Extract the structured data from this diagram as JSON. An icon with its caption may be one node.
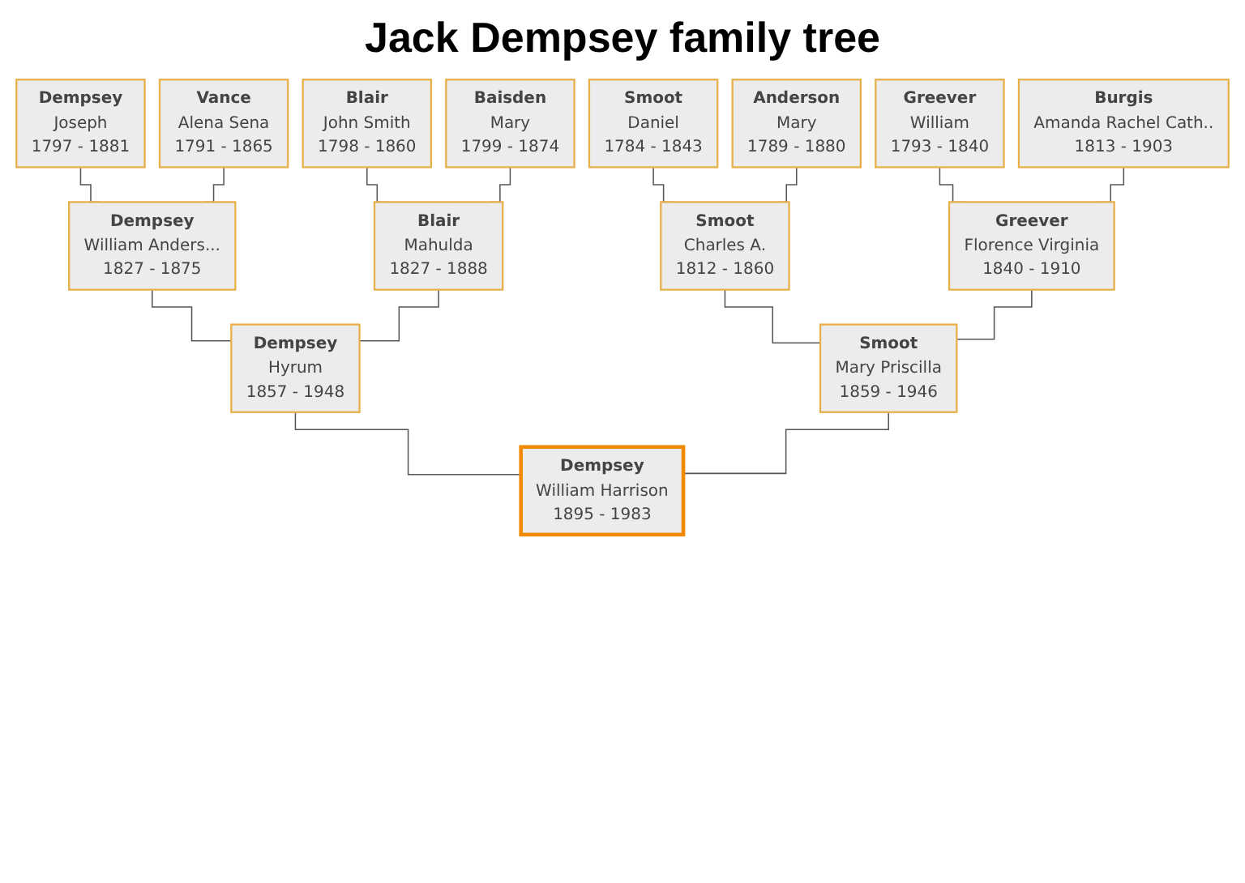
{
  "diagram": {
    "title": "Jack Dempsey family tree",
    "nodes": [
      {
        "text": [
          "Dempsey",
          "Joseph",
          "1797 - 1881"
        ]
      },
      {
        "text": [
          "Vance",
          "Alena Sena",
          "1791 - 1865"
        ]
      },
      {
        "text": [
          "Blair",
          "John Smith",
          "1798 - 1860"
        ]
      },
      {
        "text": [
          "Baisden",
          "Mary",
          "1799 - 1874"
        ]
      },
      {
        "text": [
          "Smoot",
          "Daniel",
          "1784 - 1843"
        ]
      },
      {
        "text": [
          "Anderson",
          "Mary",
          "1789 - 1880"
        ]
      },
      {
        "text": [
          "Greever",
          "William",
          "1793 - 1840"
        ]
      },
      {
        "text": [
          "Burgis",
          "Amanda Rachel Cath..",
          "1813 - 1903"
        ]
      },
      {
        "text": [
          "Dempsey",
          "William Anders...",
          "1827 - 1875"
        ]
      },
      {
        "text": [
          "Blair",
          "Mahulda",
          "1827 - 1888"
        ]
      },
      {
        "text": [
          "Smoot",
          "Charles A.",
          "1812 - 1860"
        ]
      },
      {
        "text": [
          "Greever",
          "Florence Virginia",
          "1840 - 1910"
        ]
      },
      {
        "text": [
          "Dempsey",
          "Hyrum",
          "1857 - 1948"
        ]
      },
      {
        "text": [
          "Smoot",
          "Mary Priscilla",
          "1859 - 1946"
        ]
      },
      {
        "text": [
          "Dempsey",
          "William Harrison",
          "1895 - 1983"
        ]
      }
    ],
    "edges": [
      {
        "from": 0,
        "to": 8,
        "arrow": "none"
      },
      {
        "from": 1,
        "to": 8,
        "arrow": "none"
      },
      {
        "from": 2,
        "to": 9,
        "arrow": "none"
      },
      {
        "from": 3,
        "to": 9,
        "arrow": "none"
      },
      {
        "from": 4,
        "to": 10,
        "arrow": "none"
      },
      {
        "from": 5,
        "to": 10,
        "arrow": "none"
      },
      {
        "from": 6,
        "to": 11,
        "arrow": "none"
      },
      {
        "from": 7,
        "to": 11,
        "arrow": "none"
      },
      {
        "from": 8,
        "to": 12,
        "arrow": "none"
      },
      {
        "from": 9,
        "to": 12,
        "arrow": "none"
      },
      {
        "from": 10,
        "to": 13,
        "arrow": "none"
      },
      {
        "from": 11,
        "to": 13,
        "arrow": "none"
      },
      {
        "from": 12,
        "to": 14,
        "arrow": "none"
      },
      {
        "from": 13,
        "to": 14,
        "arrow": "none"
      }
    ]
  }
}
